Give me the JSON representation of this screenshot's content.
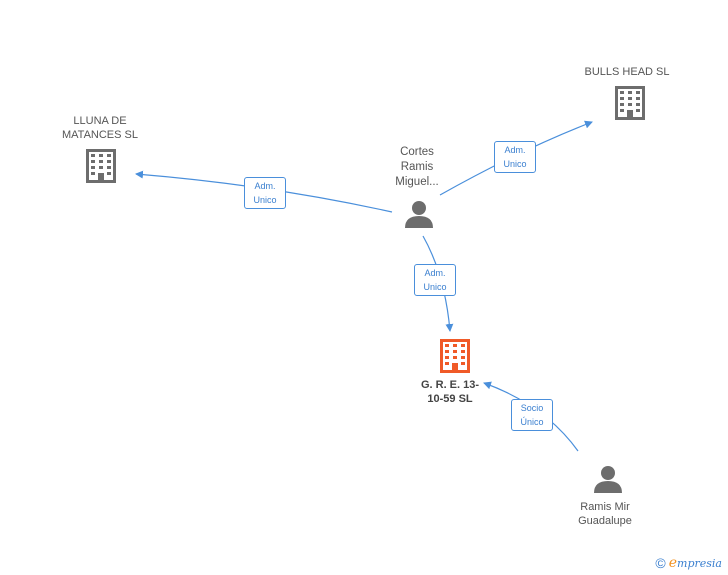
{
  "nodes": {
    "lluna": {
      "line1": "LLUNA DE",
      "line2": "MATANCES  SL"
    },
    "bulls": {
      "line1": "BULLS HEAD SL"
    },
    "cortes": {
      "line1": "Cortes",
      "line2": "Ramis",
      "line3": "Miguel..."
    },
    "gre": {
      "line1": "G. R. E. 13-",
      "line2": "10-59 SL"
    },
    "ramis": {
      "line1": "Ramis Mir",
      "line2": "Guadalupe"
    }
  },
  "edges": {
    "to_lluna": {
      "line1": "Adm.",
      "line2": "Unico"
    },
    "to_bulls": {
      "line1": "Adm.",
      "line2": "Unico"
    },
    "to_gre": {
      "line1": "Adm.",
      "line2": "Unico"
    },
    "ramis_to_gre": {
      "line1": "Socio",
      "line2": "Único"
    }
  },
  "footer": {
    "copyright": "©",
    "brand_first": "e",
    "brand_rest": "mpresia"
  },
  "colors": {
    "edge": "#4a8fdb",
    "company": "#6d6d6d",
    "main_company": "#f05a28",
    "person": "#6d6d6d"
  }
}
